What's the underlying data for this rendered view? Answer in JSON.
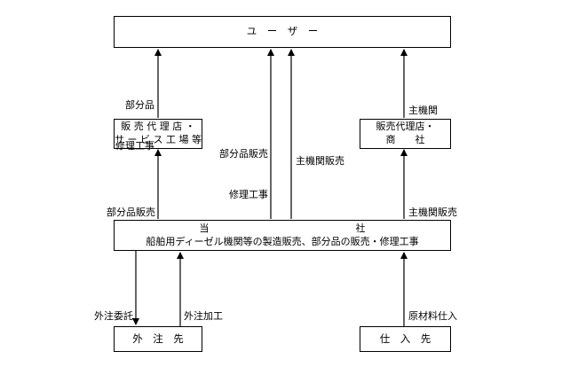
{
  "nodes": {
    "user": {
      "label": "ユ　ー　ザ　ー"
    },
    "dealer_service": {
      "line1": "販 売 代 理 店 ・",
      "line2": "サ ー ビ ス 工 場 等"
    },
    "dealer_trading": {
      "line1": "販売代理店・",
      "line2": "商　　社"
    },
    "company": {
      "line1": "当　　　　　　　　　　　　　　　社",
      "line2": "船舶用ディーゼル機関等の製造販売、部分品の販売・修理工事"
    },
    "subcontractor": {
      "label": "外　注　先"
    },
    "supplier": {
      "label": "仕　入　先"
    }
  },
  "edges": {
    "dealer_to_user": {
      "line1": "部分品",
      "line2": "修理工事"
    },
    "company_to_user_parts": {
      "line1": "部分品販売",
      "line2": "修理工事"
    },
    "company_to_user_engine": {
      "label": "主機関販売"
    },
    "trading_to_user": {
      "label": "主機関"
    },
    "company_to_dealer": {
      "label": "部分品販売"
    },
    "company_to_trading": {
      "label": "主機関販売"
    },
    "company_to_sub": {
      "label": "外注委託"
    },
    "sub_to_company": {
      "label": "外注加工"
    },
    "supplier_to_company": {
      "label": "原材料仕入"
    }
  }
}
